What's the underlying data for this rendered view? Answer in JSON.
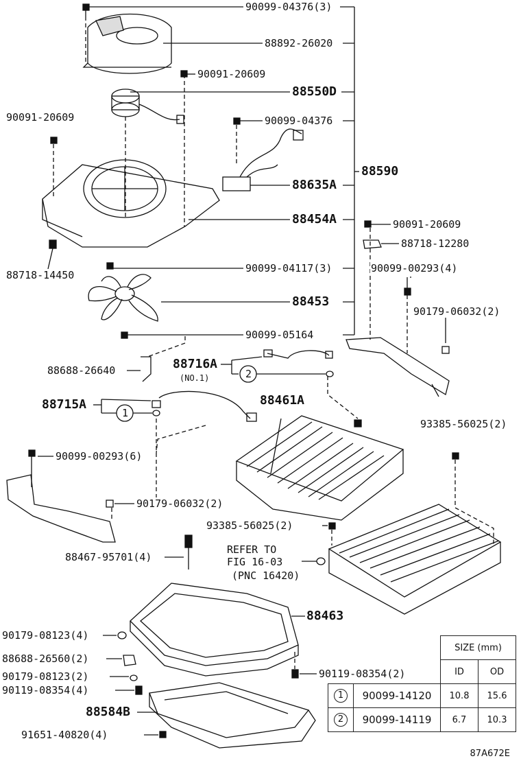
{
  "labels": {
    "p90099_04376_3": "90099-04376(3)",
    "p88892_26020": "88892-26020",
    "p90091_20609_a": "90091-20609",
    "p88550D": "88550D",
    "p90091_20609_b": "90091-20609",
    "p90099_04376": "90099-04376",
    "p88590": "88590",
    "p88635A": "88635A",
    "p88454A": "88454A",
    "p90091_20609_c": "90091-20609",
    "p88718_12280": "88718-12280",
    "p88718_14450": "88718-14450",
    "p90099_04117_3": "90099-04117(3)",
    "p90099_00293_4": "90099-00293(4)",
    "p88453": "88453",
    "p90179_06032_2a": "90179-06032(2)",
    "p90099_05164": "90099-05164",
    "p88688_26640": "88688-26640",
    "p88716A": "88716A",
    "p88716A_sub": "(NO.1)",
    "p88715A": "88715A",
    "p88461A": "88461A",
    "p93385_56025_2a": "93385-56025(2)",
    "p90099_00293_6": "90099-00293(6)",
    "p90179_06032_2b": "90179-06032(2)",
    "p93385_56025_2b": "93385-56025(2)",
    "p88467_95701_4": "88467-95701(4)",
    "refer1": "REFER TO",
    "refer2": "FIG 16-03",
    "refer3": "(PNC 16420)",
    "p88463": "88463",
    "p90179_08123_4": "90179-08123(4)",
    "p88688_26560_2": "88688-26560(2)",
    "p90179_08123_2": "90179-08123(2)",
    "p90119_08354_2": "90119-08354(2)",
    "p90119_08354_4": "90119-08354(4)",
    "p88584B": "88584B",
    "p91651_40820_4": "91651-40820(4)",
    "circle1": "1",
    "circle2": "2"
  },
  "size_table": {
    "header": "SIZE (mm)",
    "col_id": "ID",
    "col_od": "OD",
    "rows": [
      {
        "key": "1",
        "part": "90099-14120",
        "id": "10.8",
        "od": "15.6"
      },
      {
        "key": "2",
        "part": "90099-14119",
        "id": "6.7",
        "od": "10.3"
      }
    ]
  },
  "figure_code": "87A672E"
}
